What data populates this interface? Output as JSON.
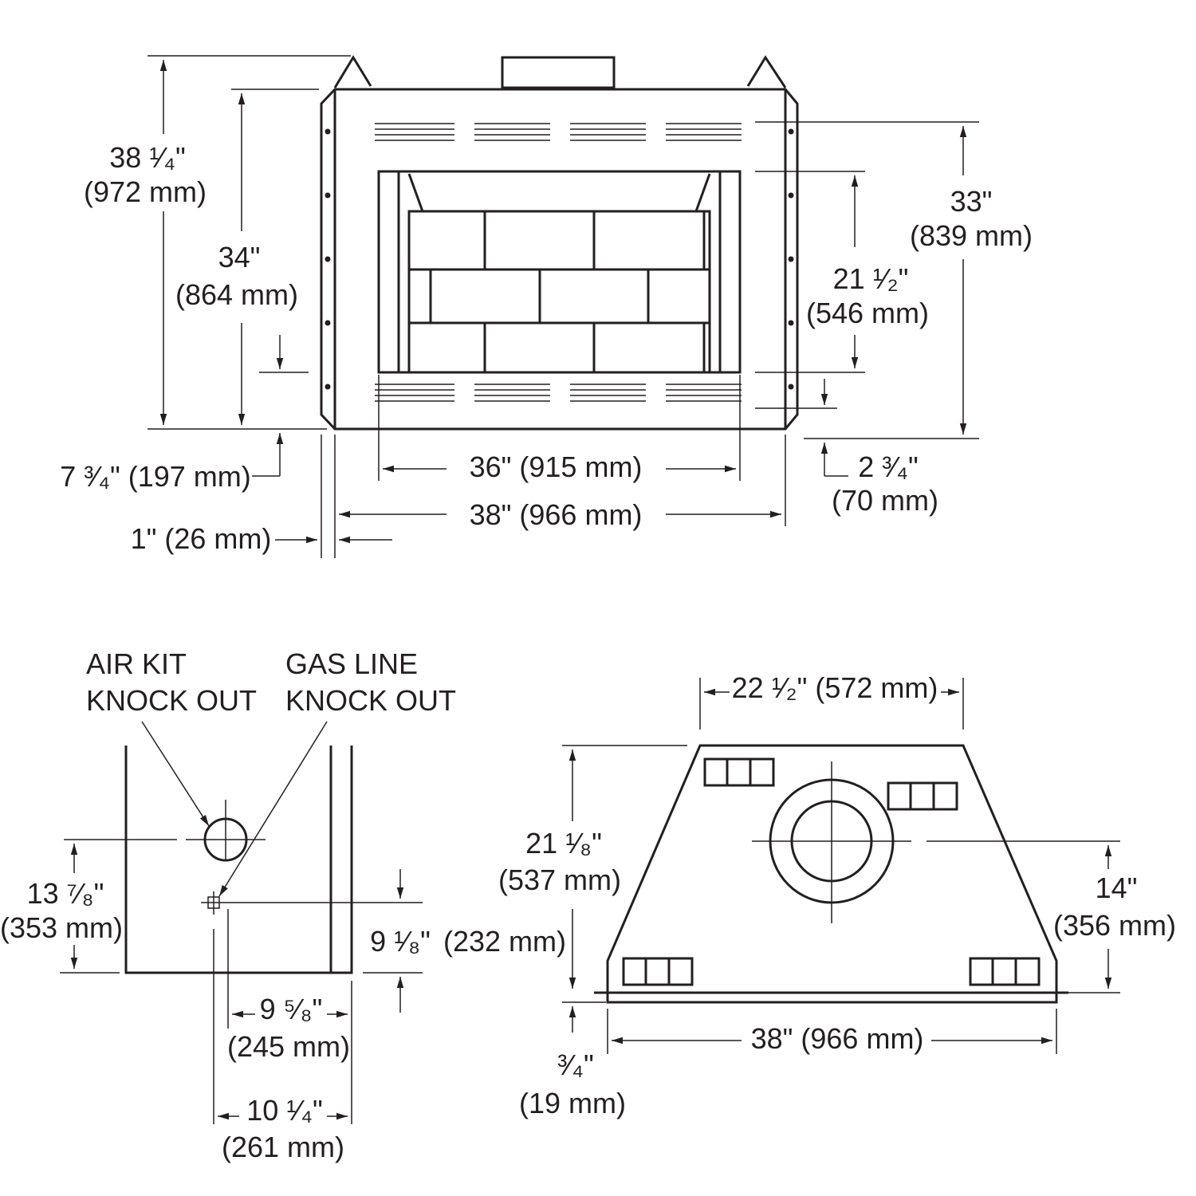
{
  "colors": {
    "line": "#231f20",
    "background": "#ffffff"
  },
  "front_view": {
    "overall_height": {
      "in": "38 ¹⁄₄\"",
      "mm": "(972 mm)"
    },
    "frame_height": {
      "in": "34\"",
      "mm": "(864 mm)"
    },
    "louver_height": {
      "in": "33\"",
      "mm": "(839 mm)"
    },
    "opening_height": {
      "in": "21 ¹⁄₂\"",
      "mm": "(546 mm)"
    },
    "bottom_offset": "7 ³⁄₄\" (197 mm)",
    "opening_width": "36\" (915 mm)",
    "overall_width": "38\" (966 mm)",
    "side_offset": "1\" (26 mm)",
    "base_offset": {
      "in": "2 ³⁄₄\"",
      "mm": "(70 mm)"
    }
  },
  "side_view": {
    "air_kit": [
      "AIR KIT",
      "KNOCK OUT"
    ],
    "gas_line": [
      "GAS LINE",
      "KNOCK OUT"
    ],
    "air_height": {
      "in": "13 ⁷⁄₈\"",
      "mm": "(353 mm)"
    },
    "gas_height": {
      "in": "9 ¹⁄₈\"",
      "mm": "(232 mm)"
    },
    "gas_depth": {
      "in": "9 ⁵⁄₈\"",
      "mm": "(245 mm)"
    },
    "depth": {
      "in": "10 ¹⁄₄\"",
      "mm": "(261 mm)"
    }
  },
  "top_view": {
    "back_width": "22 ¹⁄₂\" (572 mm)",
    "depth": {
      "in": "21 ¹⁄₈\"",
      "mm": "(537 mm)"
    },
    "flue_center": {
      "in": "14\"",
      "mm": "(356 mm)"
    },
    "front_width": "38\" (966 mm)",
    "lip": {
      "in": "³⁄₄\"",
      "mm": "(19 mm)"
    }
  }
}
